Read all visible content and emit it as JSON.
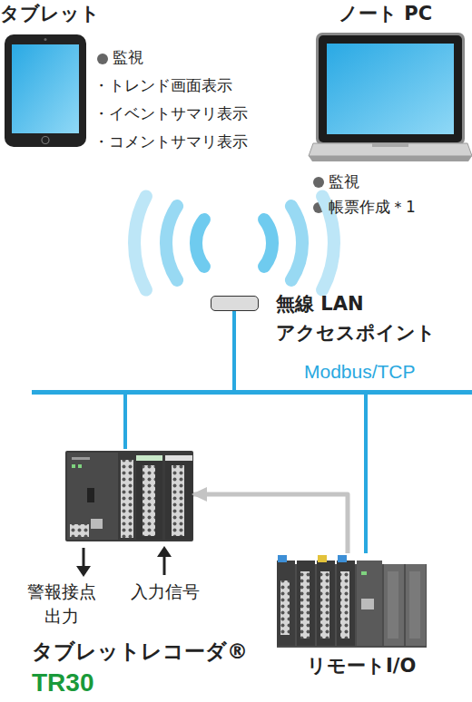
{
  "diagram": {
    "nodes": [
      {
        "text": [
          "タブレット",
          "監視",
          "・トレンド画面表示",
          "・イベントサマリ表示",
          "・コメントサマリ表示"
        ]
      },
      {
        "text": [
          "ノート PC",
          "監視",
          "帳票作成＊1"
        ]
      },
      {
        "text": [
          "無線 LAN アクセスポイント"
        ]
      },
      {
        "text": [
          "Modbus/TCP"
        ]
      },
      {
        "text": [
          "タブレットレコーダ®",
          "TR30"
        ]
      },
      {
        "text": [
          "リモートI/O"
        ]
      }
    ],
    "edges": [
      {
        "from": 2,
        "to": 3,
        "arrow": "none"
      },
      {
        "from": 4,
        "to": 3,
        "arrow": "none"
      },
      {
        "from": 5,
        "to": 3,
        "arrow": "none"
      },
      {
        "from": 5,
        "to": 4,
        "arrow": "to"
      }
    ],
    "labels": [
      "警報接点 出力",
      "入力信号"
    ]
  }
}
